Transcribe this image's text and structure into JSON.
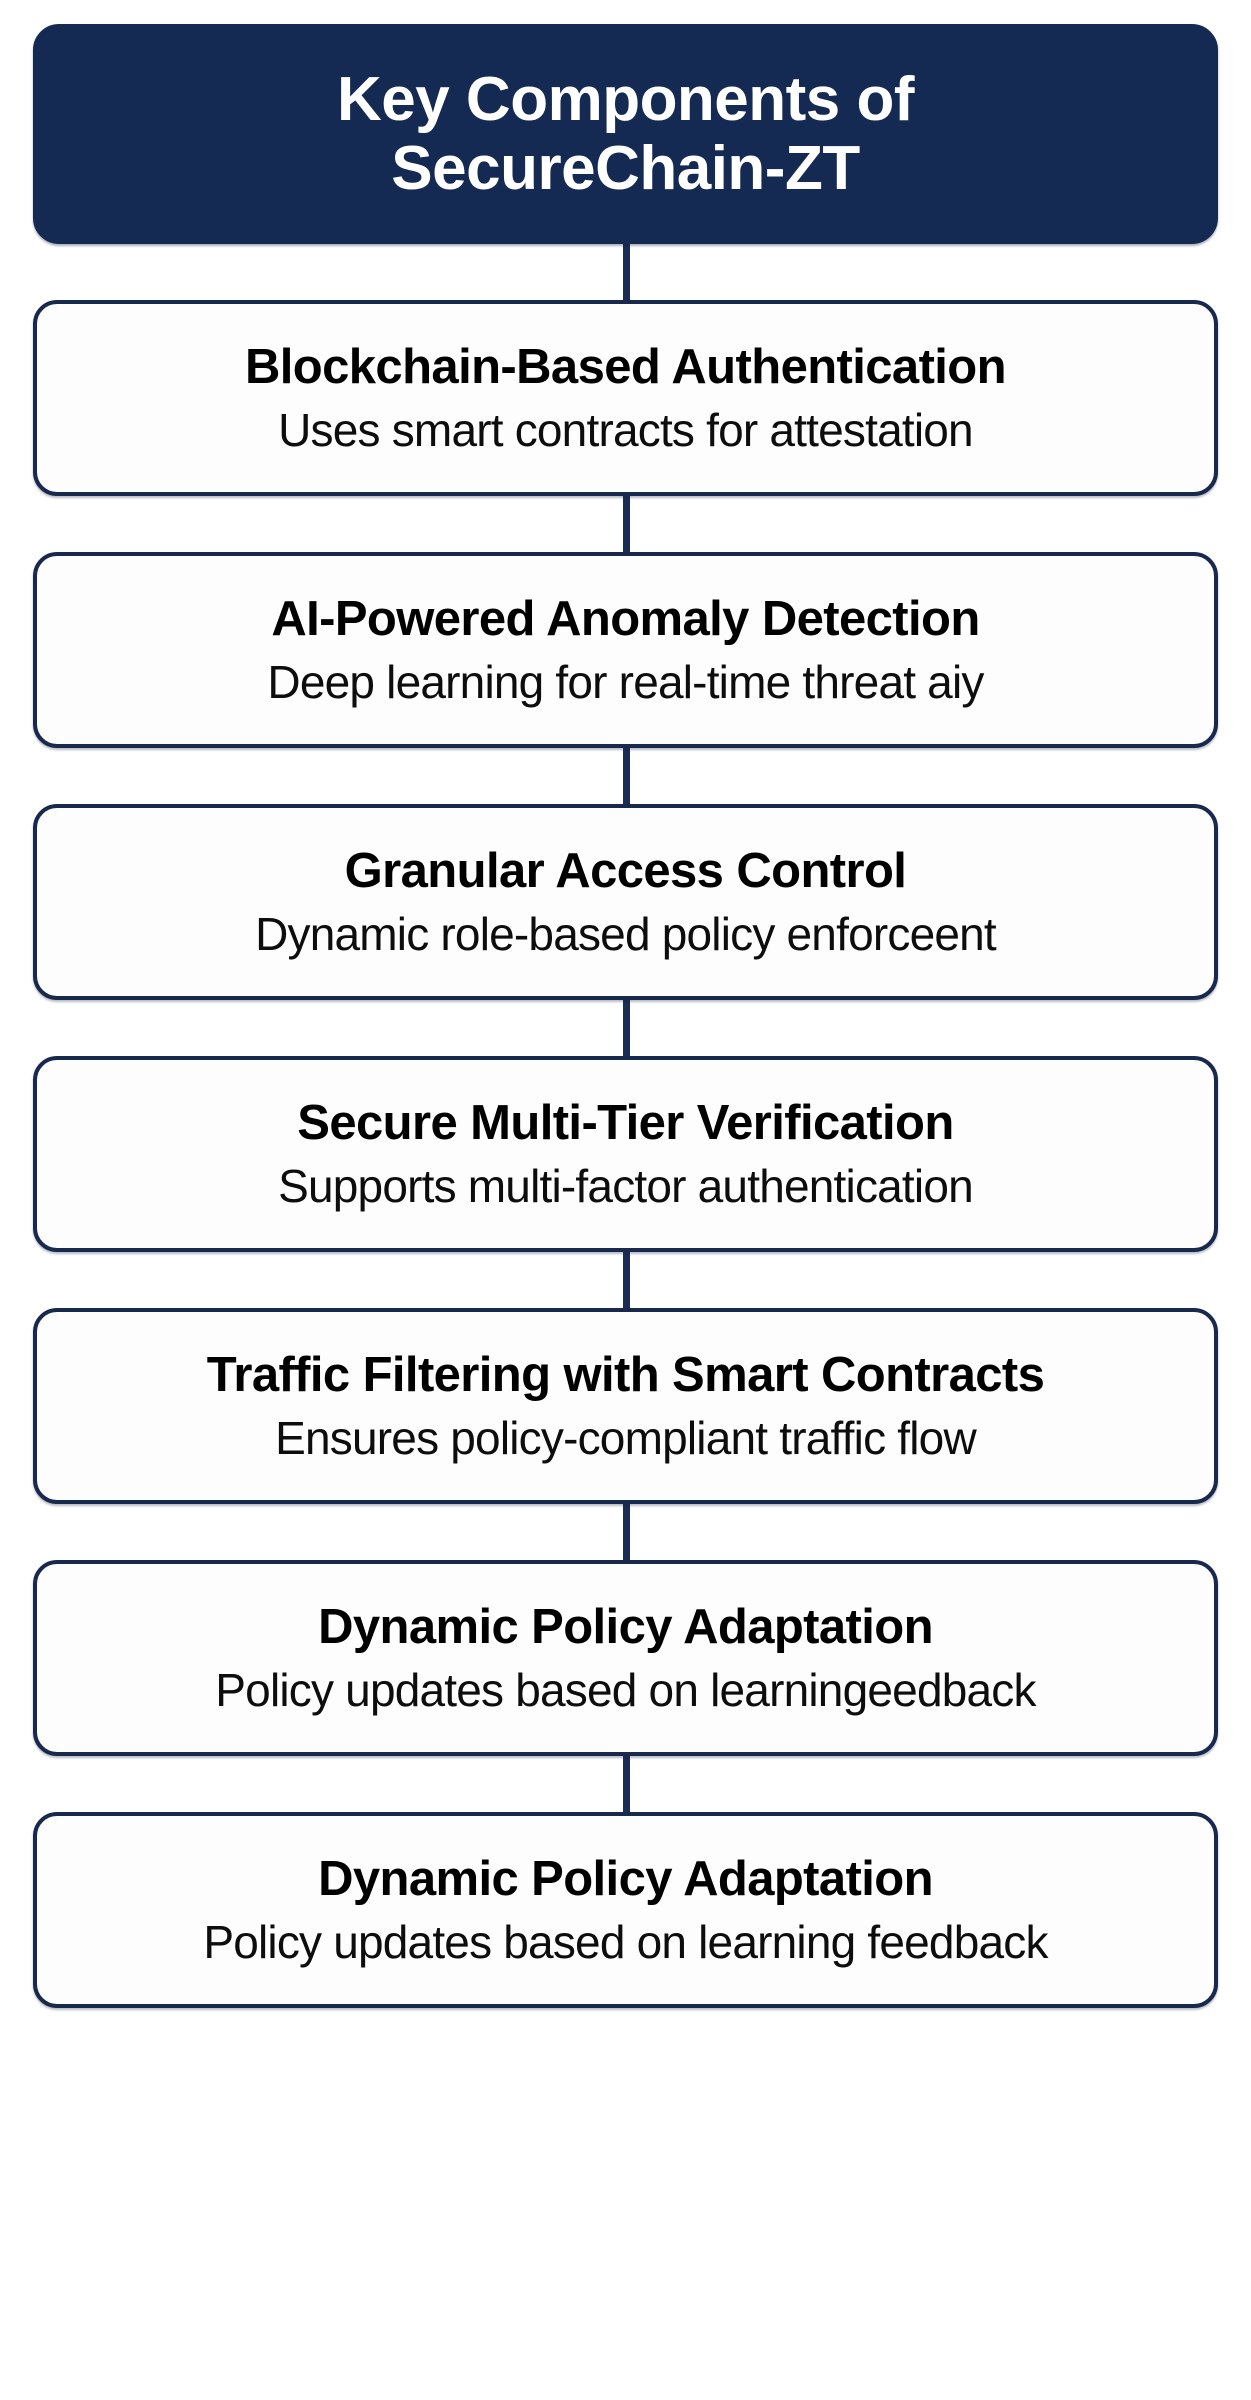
{
  "diagram": {
    "type": "vertical-flowchart",
    "orientation": "top-to-bottom",
    "colors": {
      "header_fill": "#152a52",
      "header_text": "#ffffff",
      "node_fill": "#fdfdfd",
      "node_border": "#19294e",
      "node_text": "#000000",
      "connector": "#1a2c55",
      "background": "#ffffff"
    },
    "header": {
      "title_line1": "Key Components of",
      "title_line2": "SecureChain-ZT"
    },
    "nodes": [
      {
        "title": "Blockchain-Based Authentication",
        "subtitle": "Uses smart contracts for attestation"
      },
      {
        "title": "AI-Powered Anomaly Detection",
        "subtitle": "Deep learning for real-time threat aiy"
      },
      {
        "title": "Granular Access Control",
        "subtitle": "Dynamic role-based policy enforceent"
      },
      {
        "title": "Secure Multi-Tier Verification",
        "subtitle": "Supports multi-factor authentication"
      },
      {
        "title": "Traffic Filtering with Smart Contracts",
        "subtitle": "Ensures policy-compliant traffic flow"
      },
      {
        "title": "Dynamic Policy Adaptation",
        "subtitle": "Policy updates based on learningeedback"
      },
      {
        "title": "Dynamic Policy Adaptation",
        "subtitle": "Policy updates based on learning feedback"
      }
    ]
  }
}
